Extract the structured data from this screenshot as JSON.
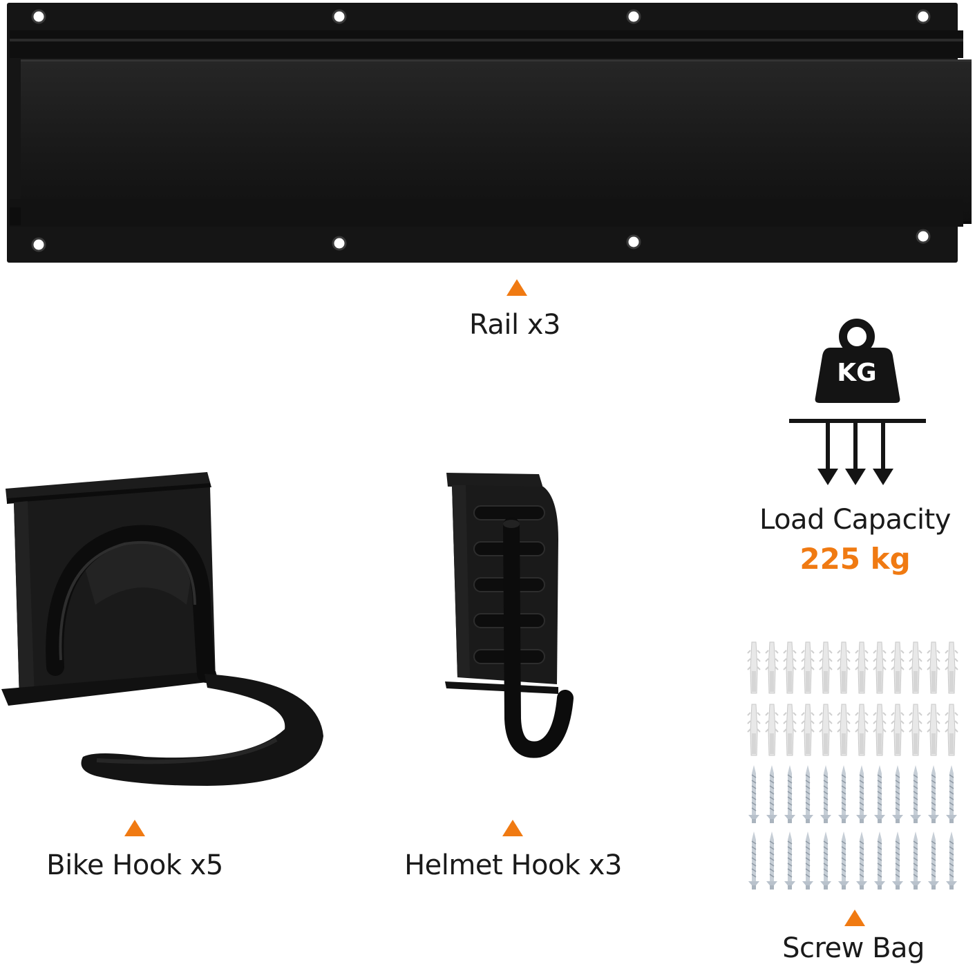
{
  "rail": {
    "label": "Rail x3"
  },
  "bike_hook": {
    "label": "Bike Hook x5"
  },
  "helmet_hook": {
    "label": "Helmet Hook x3"
  },
  "load_capacity": {
    "label": "Load Capacity",
    "value": "225 kg",
    "weight_text": "KG"
  },
  "screw_bag": {
    "label": "Screw Bag"
  },
  "colors": {
    "accent": "#f07a12",
    "product": "#141414",
    "text": "#1a1a1a"
  },
  "icons": [
    "rail-icon",
    "bike-hook-icon",
    "helmet-hook-icon",
    "weight-icon",
    "arrow-down-icon",
    "anchor-icon",
    "screw-icon"
  ]
}
